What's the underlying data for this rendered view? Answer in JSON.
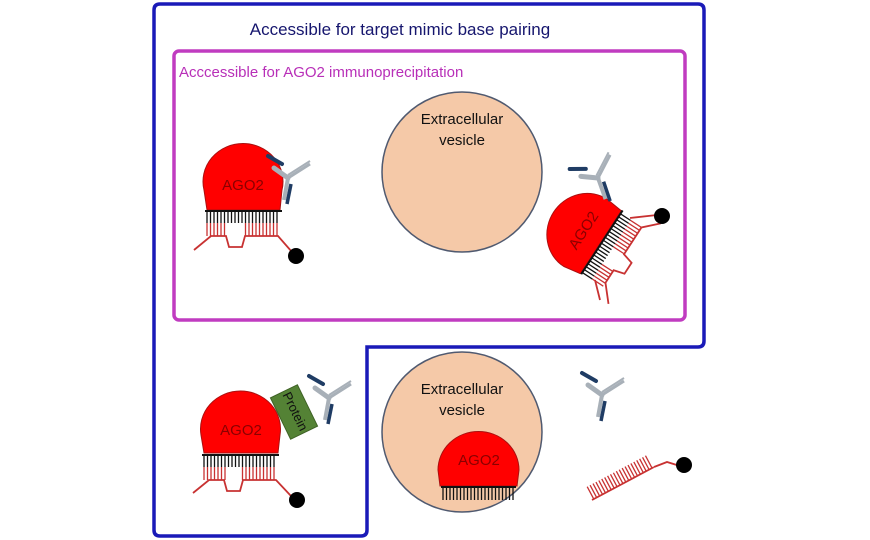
{
  "colors": {
    "outer_border": "#1a1ab8",
    "inner_border": "#c03cc0",
    "outer_label": "#16166e",
    "inner_label": "#b82fb8",
    "ago2_fill": "#ff0000",
    "ago2_text": "#8a0000",
    "vesicle_fill": "#f5c9a8",
    "vesicle_stroke": "#505a70",
    "protein_fill": "#548235",
    "rna_red": "#c83232",
    "rna_black": "#111111",
    "antibody_dark": "#1f3c64",
    "antibody_light": "#a8b0b8"
  },
  "regions": {
    "outer": {
      "label": "Accessible for target mimic base pairing"
    },
    "inner": {
      "label": "Acccessible for AGO2 immunoprecipitation"
    }
  },
  "molecules": {
    "ago2_free": {
      "label": "AGO2"
    },
    "ago2_on_vesicle": {
      "label": "AGO2"
    },
    "ago2_with_protein": {
      "label": "AGO2",
      "protein_label": "Protein"
    },
    "ago2_inside_vesicle": {
      "label": "AGO2"
    },
    "vesicle_top": {
      "label_line1": "Extracellular",
      "label_line2": "vesicle"
    },
    "vesicle_bottom": {
      "label_line1": "Extracellular",
      "label_line2": "vesicle"
    }
  }
}
